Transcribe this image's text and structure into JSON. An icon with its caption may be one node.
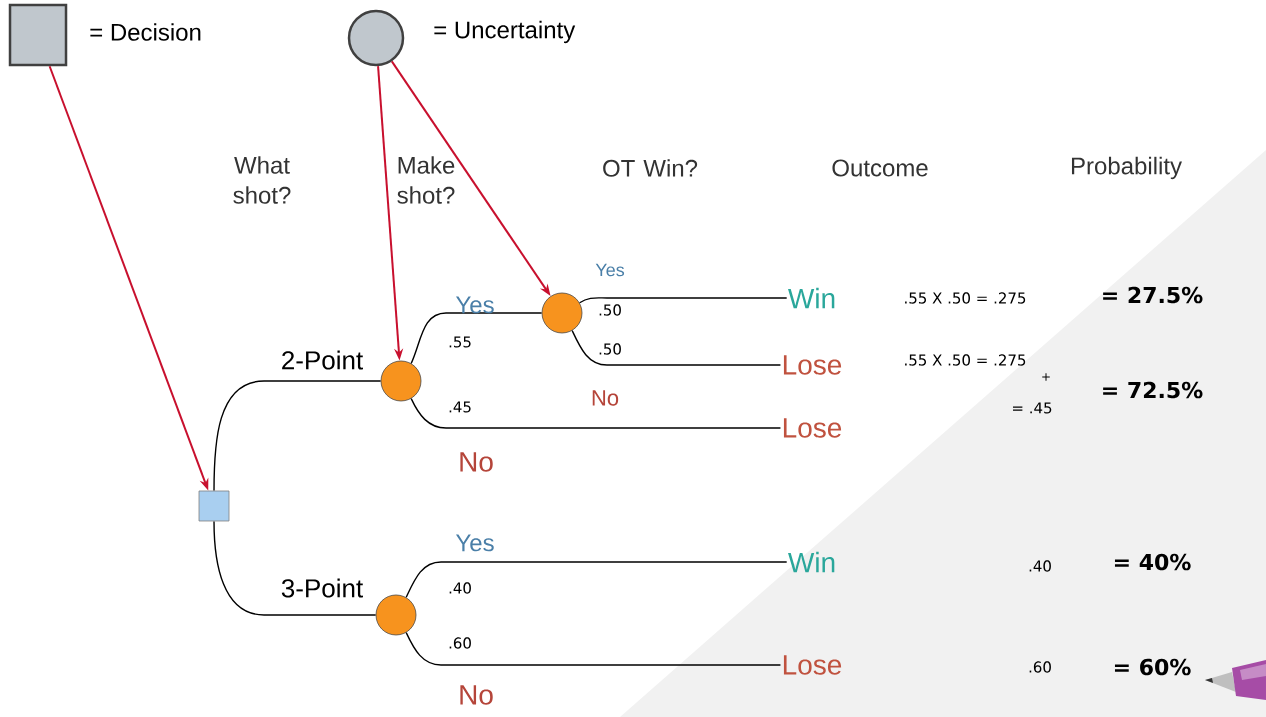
{
  "diagram": {
    "nodes": [
      {
        "text": [],
        "shape": "box",
        "beside": [
          "= Decision"
        ]
      },
      {
        "text": [],
        "shape": "circle",
        "beside": [
          "= Uncertainty"
        ]
      },
      {
        "text": [],
        "shape": "box"
      },
      {
        "text": [],
        "shape": "circle"
      },
      {
        "text": [],
        "shape": "circle"
      },
      {
        "text": [],
        "shape": "circle"
      },
      {
        "text": [
          "Win"
        ]
      },
      {
        "text": [
          "Lose"
        ]
      },
      {
        "text": [
          "Lose"
        ]
      },
      {
        "text": [
          "Win"
        ]
      },
      {
        "text": [
          "Lose"
        ]
      }
    ],
    "edges": [
      {
        "from": 0,
        "to": 2,
        "arrow": "to",
        "color": "#c8102e"
      },
      {
        "from": 1,
        "to": 3,
        "arrow": "to",
        "color": "#c8102e"
      },
      {
        "from": 1,
        "to": 4,
        "arrow": "to",
        "color": "#c8102e"
      },
      {
        "from": 2,
        "to": 3,
        "arrow": "none",
        "label": "2-Point"
      },
      {
        "from": 2,
        "to": 5,
        "arrow": "none",
        "label": "3-Point"
      },
      {
        "from": 3,
        "to": 4,
        "arrow": "none",
        "label": ".55"
      },
      {
        "from": 3,
        "to": 8,
        "arrow": "none",
        "label": ".45"
      },
      {
        "from": 4,
        "to": 6,
        "arrow": "none",
        "label": ".50"
      },
      {
        "from": 4,
        "to": 7,
        "arrow": "none",
        "label": ".50"
      },
      {
        "from": 5,
        "to": 9,
        "arrow": "none",
        "label": ".40"
      },
      {
        "from": 5,
        "to": 10,
        "arrow": "none",
        "label": ".60"
      }
    ],
    "labels": [
      "What shot?",
      "Make shot?",
      "OT Win?",
      "Outcome",
      "Probability",
      "Yes",
      "Yes",
      "No",
      "No",
      "Yes",
      "No",
      ".55 X .50 = .275",
      "= 27.5%",
      ".55 X .50 = .275",
      "+",
      "= .45",
      "= 72.5%",
      ".40",
      "= 40%",
      ".60",
      "= 60%"
    ]
  }
}
